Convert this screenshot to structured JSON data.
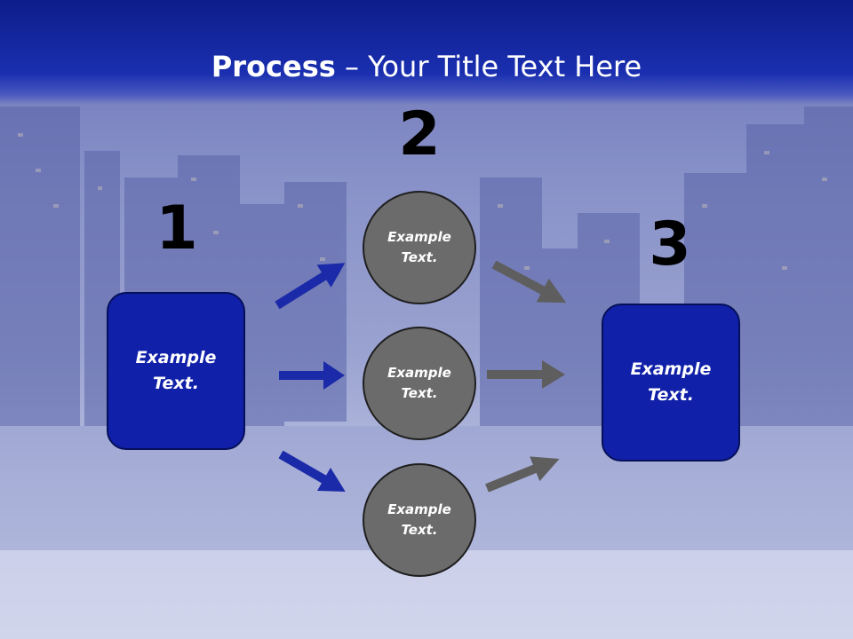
{
  "title": {
    "bold": "Process",
    "rest": " – Your Title Text Here"
  },
  "steps": {
    "s1": {
      "number": "1",
      "text": "Example\nText."
    },
    "s2": {
      "number": "2"
    },
    "s3": {
      "number": "3",
      "text": "Example\nText."
    }
  },
  "circles": [
    {
      "text": "Example\nText."
    },
    {
      "text": "Example\nText."
    },
    {
      "text": "Example\nText."
    }
  ],
  "colors": {
    "header": "#1a2fb0",
    "box": "#1020a8",
    "circle": "#6b6b6b",
    "blue_arrow": "#1a2aa8",
    "gray_arrow": "#5e5e5e"
  }
}
